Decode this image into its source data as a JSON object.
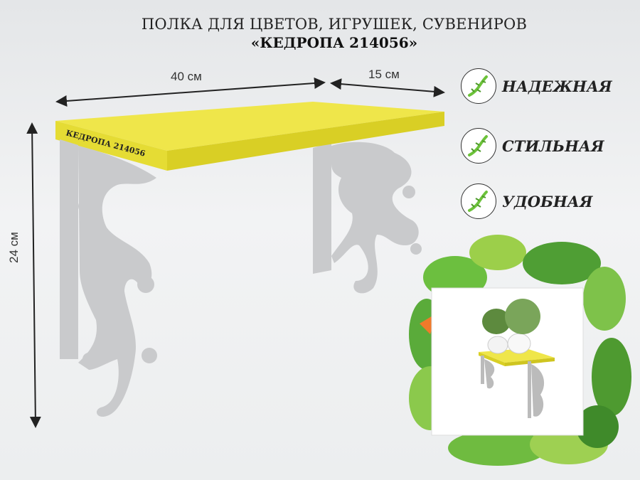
{
  "title": {
    "line1": "ПОЛКА ДЛЯ ЦВЕТОВ, ИГРУШЕК, СУВЕНИРОВ",
    "line2": "«КЕДРОПА 214056»"
  },
  "dimensions": {
    "length": "40 см",
    "depth": "15 см",
    "height": "24 см"
  },
  "shelf_label": "КЕДРОПА 214056",
  "features": [
    {
      "icon": "gecko-icon",
      "label": "НАДЕЖНАЯ"
    },
    {
      "icon": "gecko-icon",
      "label": "СТИЛЬНАЯ"
    },
    {
      "icon": "gecko-icon",
      "label": "УДОБНАЯ"
    }
  ],
  "colors": {
    "shelf": "#e8df3a",
    "bracket": "#c9cacc",
    "leaf": "#5fae3a"
  }
}
